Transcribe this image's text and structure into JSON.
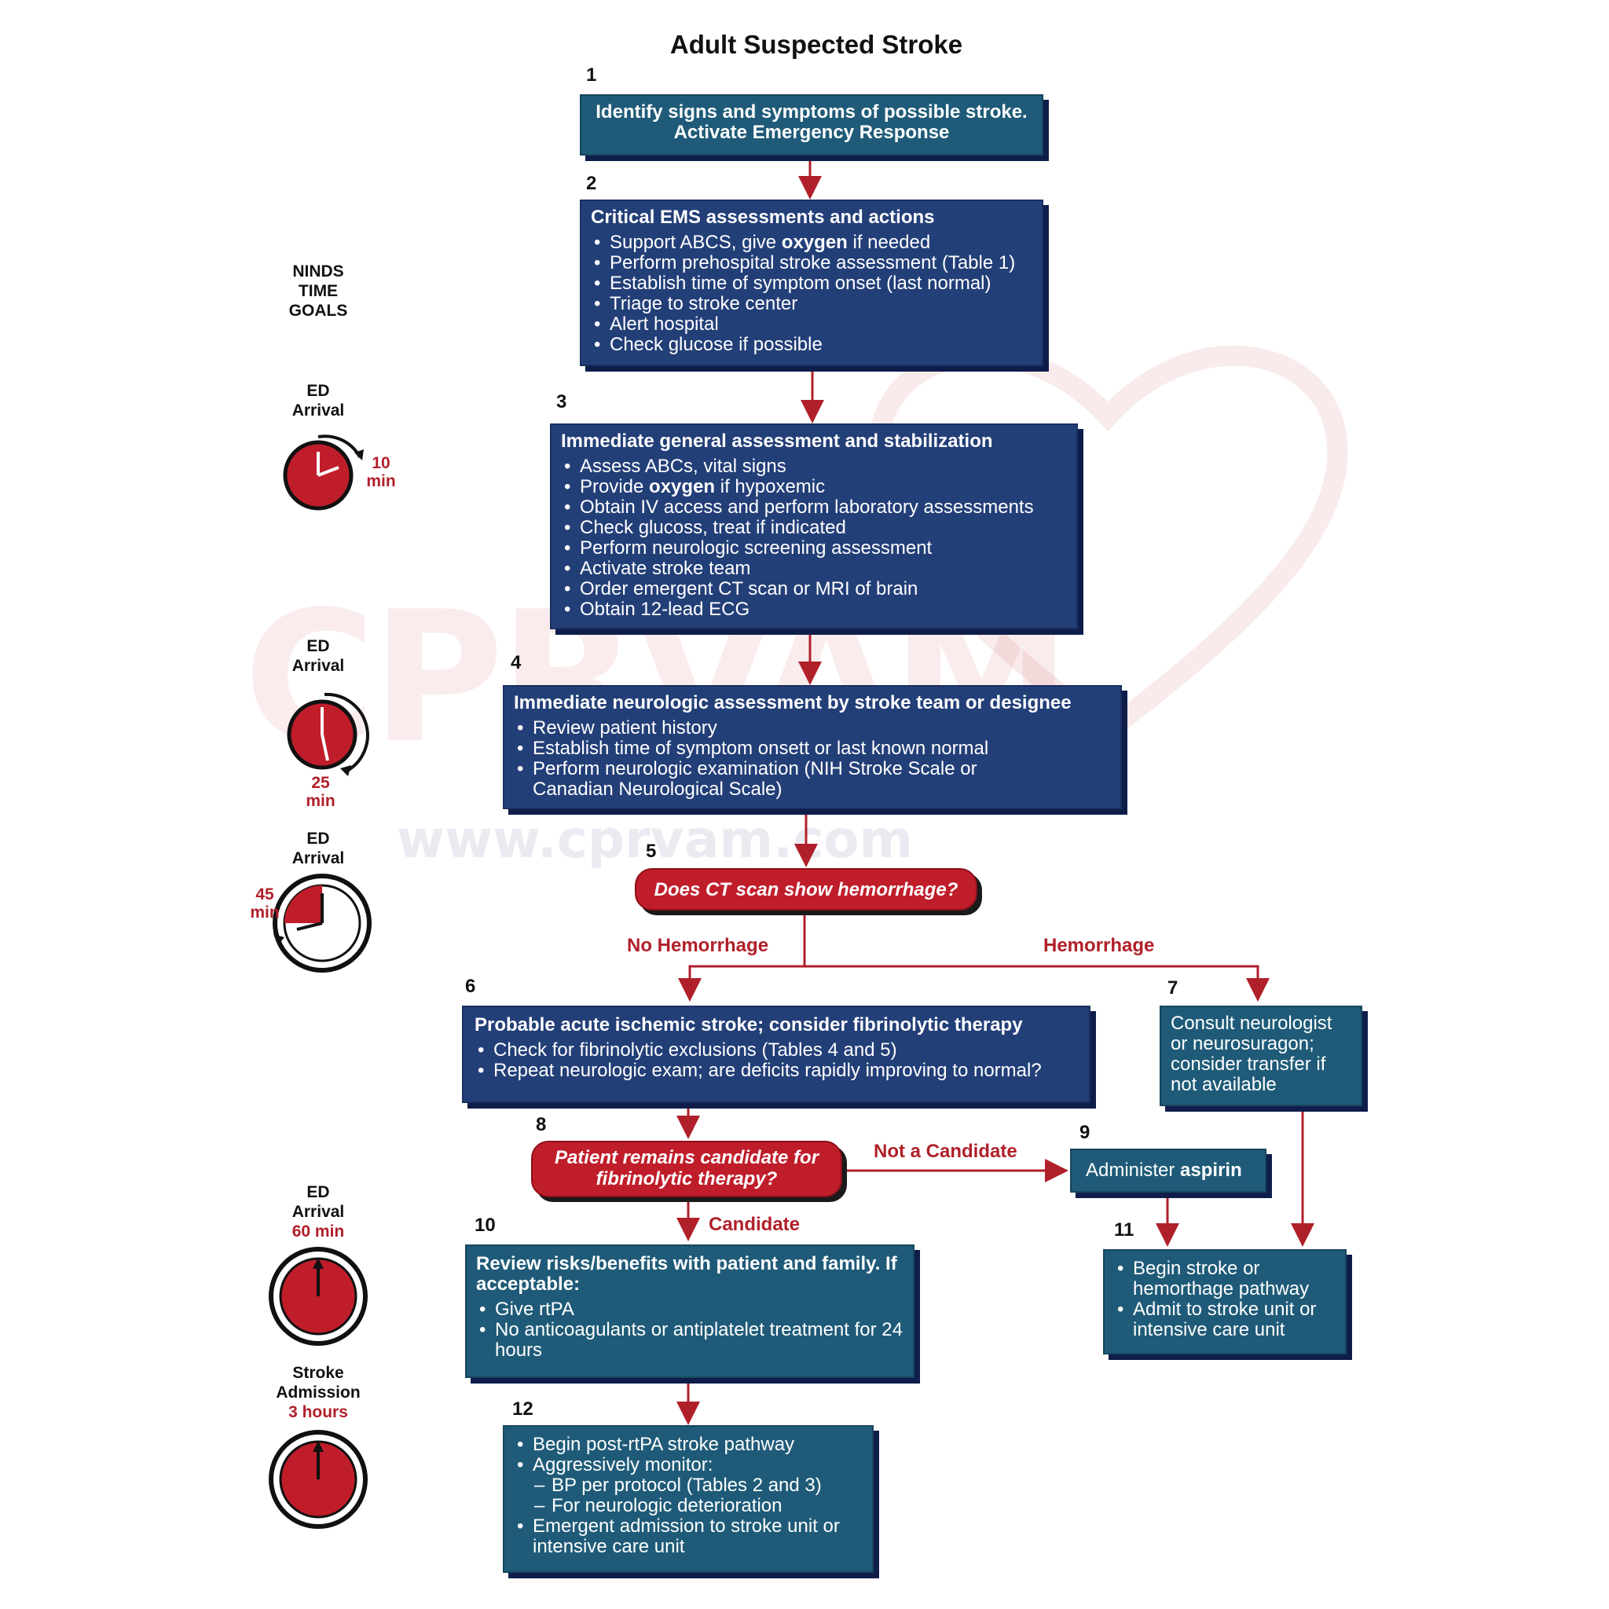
{
  "title": "Adult Suspected Stroke",
  "watermark": {
    "logo": "CPRVAM",
    "url": "www.cprvam.com"
  },
  "colors": {
    "blue_box": "#233f78",
    "teal_box": "#1f5b78",
    "decision_red": "#c01d2a",
    "arrow_red": "#b0202a"
  },
  "side": {
    "header": [
      "NINDS",
      "TIME",
      "GOALS"
    ],
    "clocks": [
      {
        "label": [
          "ED",
          "Arrival"
        ],
        "mins": [
          "10",
          "min"
        ]
      },
      {
        "label": [
          "ED",
          "Arrival"
        ],
        "mins": [
          "25",
          "min"
        ]
      },
      {
        "label": [
          "ED",
          "Arrival"
        ],
        "mins": [
          "45",
          "min"
        ]
      },
      {
        "label": [
          "ED",
          "Arrival"
        ],
        "mins": [
          "60 min"
        ]
      },
      {
        "label": [
          "Stroke",
          "Admission"
        ],
        "mins": [
          "3 hours"
        ]
      }
    ]
  },
  "steps": {
    "s1": {
      "num": "1",
      "lines": [
        "Identify signs and symptoms of possible stroke.",
        "Activate Emergency Response"
      ]
    },
    "s2": {
      "num": "2",
      "heading": "Critical EMS assessments and actions",
      "items": [
        [
          "Support ABCS, give ",
          "oxygen",
          " if needed"
        ],
        "Perform prehospital stroke assessment (Table 1)",
        "Establish time of symptom onset (last normal)",
        "Triage to stroke center",
        "Alert hospital",
        "Check glucose if possible"
      ]
    },
    "s3": {
      "num": "3",
      "heading": "Immediate general assessment and stabilization",
      "items": [
        "Assess ABCs, vital signs",
        [
          "Provide ",
          "oxygen",
          " if hypoxemic"
        ],
        "Obtain IV access and perform laboratory assessments",
        "Check glucoss, treat if indicated",
        "Perform neurologic screening assessment",
        "Activate stroke team",
        "Order emergent CT scan or MRI of brain",
        "Obtain 12-lead ECG"
      ]
    },
    "s4": {
      "num": "4",
      "heading": "Immediate neurologic assessment by stroke team or designee",
      "items": [
        "Review patient history",
        "Establish time of symptom onsett or last known normal",
        "Perform neurologic examination (NIH Stroke Scale or Canadian Neurological Scale)"
      ]
    },
    "s5": {
      "num": "5",
      "question": "Does CT scan show hemorrhage?"
    },
    "s6": {
      "num": "6",
      "heading": "Probable acute ischemic stroke; consider fibrinolytic therapy",
      "items": [
        "Check for fibrinolytic exclusions (Tables 4 and 5)",
        "Repeat neurologic exam; are deficits rapidly improving to normal?"
      ]
    },
    "s7": {
      "num": "7",
      "text": "Consult neurologist or neurosuragon; consider transfer if not available"
    },
    "s8": {
      "num": "8",
      "question": "Patient remains candidate for fibrinolytic therapy?"
    },
    "s9": {
      "num": "9",
      "text": [
        "Administer ",
        "aspirin"
      ]
    },
    "s10": {
      "num": "10",
      "heading": "Review risks/benefits with patient and family. If acceptable:",
      "items": [
        "Give rtPA",
        "No anticoagulants or antiplatelet treatment for 24 hours"
      ]
    },
    "s11": {
      "num": "11",
      "items": [
        "Begin stroke or hemorthage pathway",
        "Admit to stroke unit or intensive care unit"
      ]
    },
    "s12": {
      "num": "12",
      "items": [
        "Begin post-rtPA stroke pathway",
        "Aggressively monitor:",
        "Emergent admission to stroke unit or intensive care unit"
      ],
      "subitems": [
        "BP per protocol (Tables 2 and 3)",
        "For neurologic deterioration"
      ]
    }
  },
  "branches": {
    "no_hemorrhage": "No Hemorrhage",
    "hemorrhage": "Hemorrhage",
    "not_candidate": "Not a Candidate",
    "candidate": "Candidate"
  }
}
